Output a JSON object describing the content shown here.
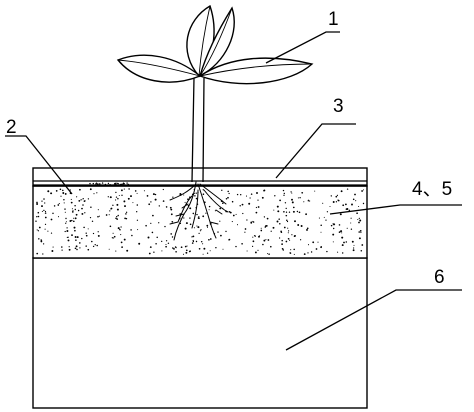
{
  "labels": {
    "l1": "1",
    "l2": "2",
    "l3": "3",
    "l45": "4、5",
    "l6": "6"
  },
  "parts": [
    "leaves",
    "soil-layer",
    "top-film",
    "seed-root-layer",
    "base-layer"
  ]
}
